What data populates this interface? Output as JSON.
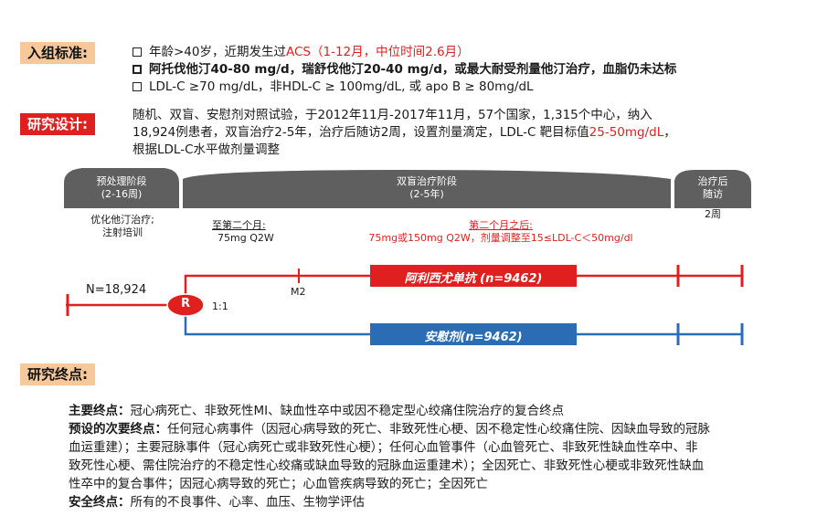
{
  "enrollment": {
    "label": "入组标准:",
    "items": [
      {
        "pre": "年龄>40岁，近期发生过",
        "red": "ACS（1-12月，中位时间2.6月）",
        "post": ""
      },
      {
        "text": "阿托伐他汀40-80 mg/d，瑞舒伐他汀20-40 mg/d，或最大耐受剂量他汀治疗，血脂仍未达标"
      },
      {
        "text": "LDL-C ≥70 mg/dL，非HDL-C ≥ 100mg/dL, 或 apo B ≥ 80mg/dL"
      }
    ]
  },
  "design": {
    "label": "研究设计:",
    "line1": "随机、双盲、安慰剂对照试验，于2012年11月-2017年11月，57个国家，1,315个中心，纳入",
    "line2_pre": "18,924例患者，双盲治疗2-5年，治疗后随访2周，设置剂量滴定，LDL-C 靶目标值",
    "line2_red": "25-50mg/dL",
    "line2_post": "，",
    "line3": "根据LDL-C水平做剂量调整"
  },
  "phases": {
    "run_in_title": "预处理阶段",
    "run_in_sub": "(2-16周)",
    "double_blind_title": "双盲治疗阶段",
    "double_blind_sub": "(2-5年)",
    "followup_title": "治疗后",
    "followup_sub": "随访",
    "followup_duration": "2周",
    "run_in_desc1": "优化他汀治疗;",
    "run_in_desc2": "注射培训"
  },
  "dosing": {
    "until_m2_title": "至第二个月:",
    "until_m2_dose": "75mg Q2W",
    "after_m2_title": "第二个月之后:",
    "after_m2_dose": "75mg或150mg Q2W，剂量调整至15≤LDL-C＜50mg/dl"
  },
  "diagram": {
    "n_total": "N=18,924",
    "randomize": "R",
    "ratio": "1:1",
    "m2": "M2",
    "arm_active": "阿利西尤单抗 (n=9462)",
    "arm_placebo": "安慰剂(n=9462)"
  },
  "endpoints": {
    "label": "研究终点:",
    "primary_title": "主要终点：",
    "primary_text": "冠心病死亡、非致死性MI、缺血性卒中或因不稳定型心绞痛住院治疗的复合终点",
    "secondary_title": "预设的次要终点：",
    "secondary_l1": "任何冠心病事件（因冠心病导致的死亡、非致死性心梗、因不稳定性心绞痛住院、因缺血导致的冠脉",
    "secondary_l2": "血运重建）；主要冠脉事件（冠心病死亡或非致死性心梗）；任何心血管事件（心血管死亡、非致死性缺血性卒中、非",
    "secondary_l3": "致死性心梗、需住院治疗的不稳定性心绞痛或缺血导致的冠脉血运重建术）；全因死亡、非致死性心梗或非致死性缺血",
    "secondary_l4": "性卒中的复合事件；因冠心病导致的死亡；心血管疾病导致的死亡；全因死亡",
    "safety_title": "安全终点：",
    "safety_text": "所有的不良事件、心率、血压、生物学评估"
  },
  "colors": {
    "red": "#e01f1f",
    "blue": "#2a6db5",
    "grey_phase": "#5f5f5f",
    "orange_label": "#f6c89a"
  }
}
